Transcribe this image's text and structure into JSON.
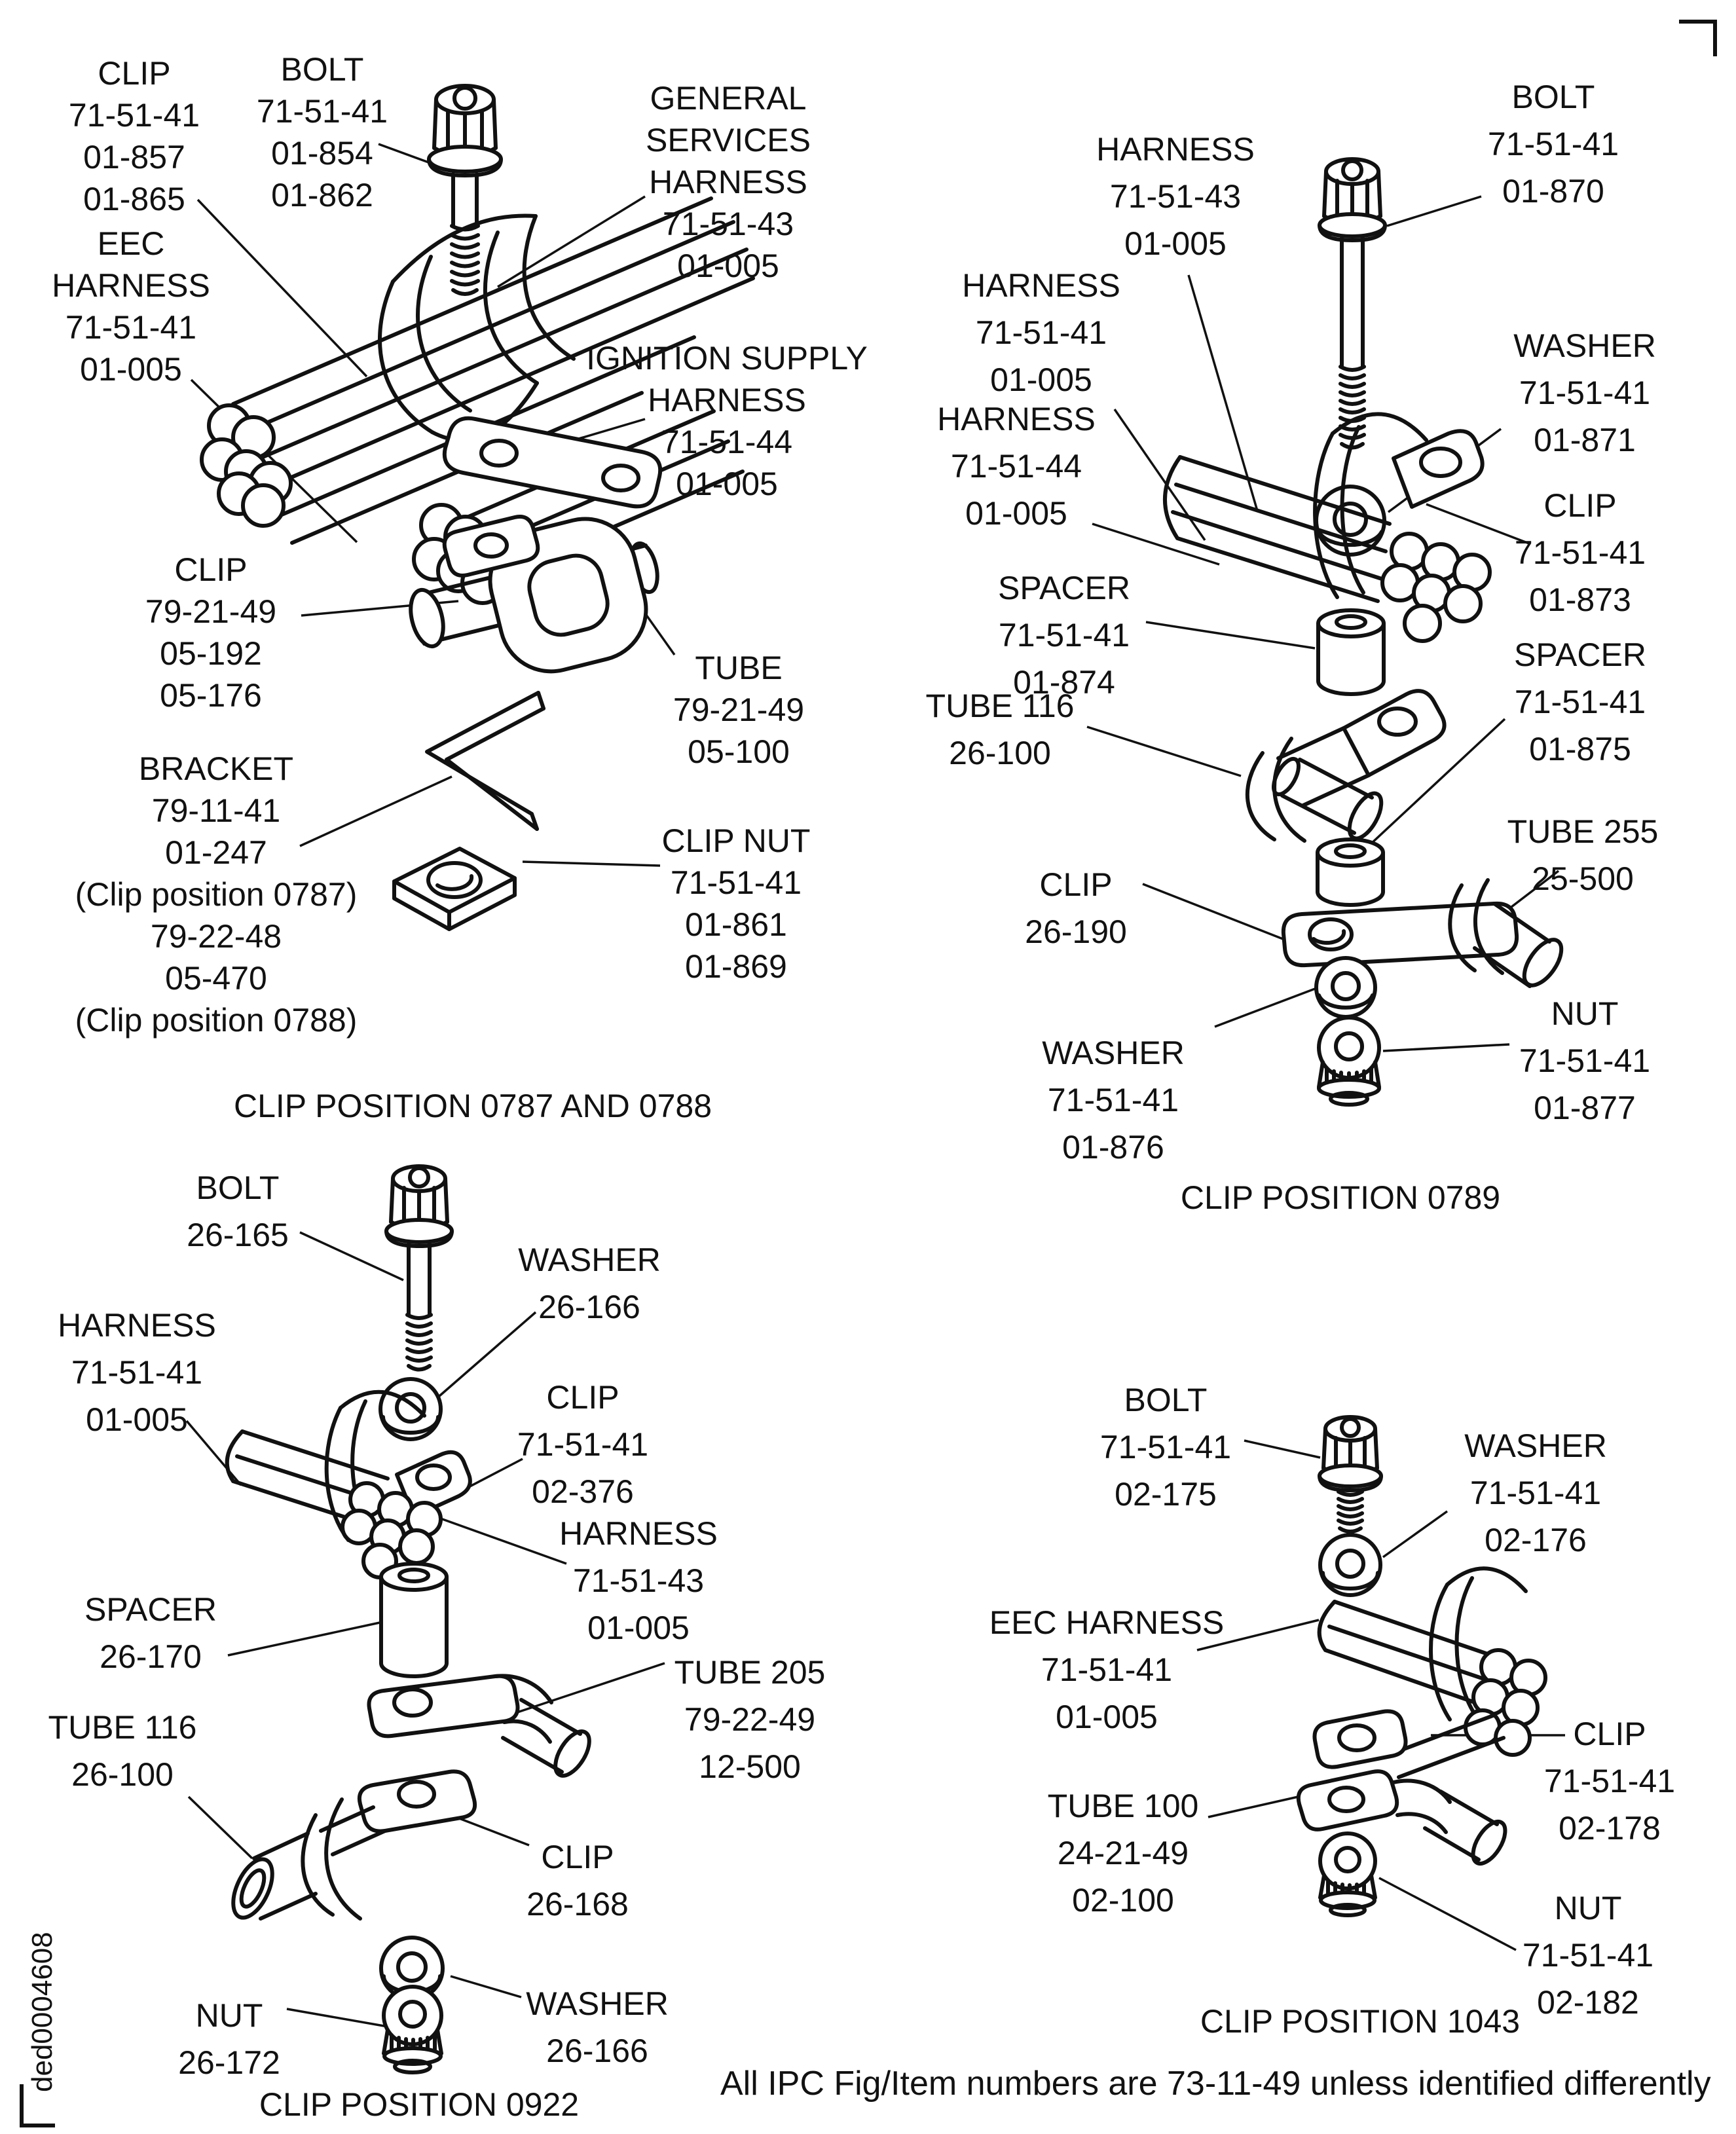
{
  "page": {
    "footer_note": "All IPC Fig/Item numbers are 73-11-49 unless identified differently",
    "doc_code": "ded0004608"
  },
  "figures": [
    {
      "caption": "CLIP POSITION 0787 AND 0788",
      "labels": {
        "clip": [
          "CLIP",
          "71-51-41",
          "01-857",
          "01-865"
        ],
        "bolt": [
          "BOLT",
          "71-51-41",
          "01-854",
          "01-862"
        ],
        "general_services_harness": [
          "GENERAL",
          "SERVICES",
          "HARNESS",
          "71-51-43",
          "01-005"
        ],
        "eec_harness": [
          "EEC",
          "HARNESS",
          "71-51-41",
          "01-005"
        ],
        "ignition_supply_harness": [
          "IGNITION SUPPLY",
          "HARNESS",
          "71-51-44",
          "01-005"
        ],
        "clip_79_21_49": [
          "CLIP",
          "79-21-49",
          "05-192",
          "05-176"
        ],
        "tube": [
          "TUBE",
          "79-21-49",
          "05-100"
        ],
        "bracket": [
          "BRACKET",
          "79-11-41",
          "01-247",
          "(Clip position 0787)",
          "79-22-48",
          "05-470",
          "(Clip position 0788)"
        ],
        "clip_nut": [
          "CLIP NUT",
          "71-51-41",
          "01-861",
          "01-869"
        ]
      }
    },
    {
      "caption": "CLIP POSITION 0789",
      "labels": {
        "harness_43": [
          "HARNESS",
          "71-51-43",
          "01-005"
        ],
        "bolt": [
          "BOLT",
          "71-51-41",
          "01-870"
        ],
        "harness_41": [
          "HARNESS",
          "71-51-41",
          "01-005"
        ],
        "washer": [
          "WASHER",
          "71-51-41",
          "01-871"
        ],
        "harness_44": [
          "HARNESS",
          "71-51-44",
          "01-005"
        ],
        "clip": [
          "CLIP",
          "71-51-41",
          "01-873"
        ],
        "spacer_874": [
          "SPACER",
          "71-51-41",
          "01-874"
        ],
        "spacer_875": [
          "SPACER",
          "71-51-41",
          "01-875"
        ],
        "tube_116": [
          "TUBE 116",
          "26-100"
        ],
        "tube_255": [
          "TUBE 255",
          "25-500"
        ],
        "clip_190": [
          "CLIP",
          "26-190"
        ],
        "washer_876": [
          "WASHER",
          "71-51-41",
          "01-876"
        ],
        "nut": [
          "NUT",
          "71-51-41",
          "01-877"
        ]
      }
    },
    {
      "caption": "CLIP POSITION 0922",
      "labels": {
        "bolt": [
          "BOLT",
          "26-165"
        ],
        "washer": [
          "WASHER",
          "26-166"
        ],
        "harness_41": [
          "HARNESS",
          "71-51-41",
          "01-005"
        ],
        "clip_376": [
          "CLIP",
          "71-51-41",
          "02-376"
        ],
        "harness_43": [
          "HARNESS",
          "71-51-43",
          "01-005"
        ],
        "spacer": [
          "SPACER",
          "26-170"
        ],
        "tube_205": [
          "TUBE 205",
          "79-22-49",
          "12-500"
        ],
        "tube_116": [
          "TUBE 116",
          "26-100"
        ],
        "clip_168": [
          "CLIP",
          "26-168"
        ],
        "washer_2": [
          "WASHER",
          "26-166"
        ],
        "nut": [
          "NUT",
          "26-172"
        ]
      }
    },
    {
      "caption": "CLIP POSITION 1043",
      "labels": {
        "bolt": [
          "BOLT",
          "71-51-41",
          "02-175"
        ],
        "washer": [
          "WASHER",
          "71-51-41",
          "02-176"
        ],
        "eec_harness": [
          "EEC HARNESS",
          "71-51-41",
          "01-005"
        ],
        "clip": [
          "CLIP",
          "71-51-41",
          "02-178"
        ],
        "tube_100": [
          "TUBE 100",
          "24-21-49",
          "02-100"
        ],
        "nut": [
          "NUT",
          "71-51-41",
          "02-182"
        ]
      }
    }
  ]
}
